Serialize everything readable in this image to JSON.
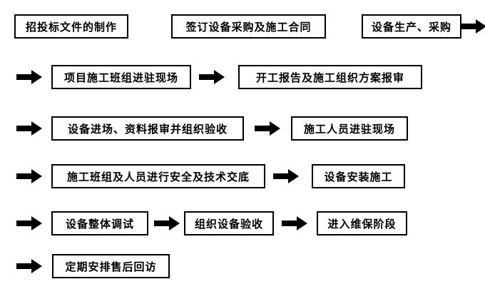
{
  "flowchart": {
    "background_color": "#ffffff",
    "box_border_color": "#000000",
    "box_fill_color": "#ffffff",
    "text_color": "#000000",
    "arrow_color": "#000000",
    "nodes": [
      {
        "id": "bidding-docs",
        "label": "招投标文件的制作"
      },
      {
        "id": "sign-contract",
        "label": "签订设备采购及施工合同"
      },
      {
        "id": "equipment-procurement",
        "label": "设备生产、采购"
      },
      {
        "id": "crew-on-site",
        "label": "项目施工班组进驻现场"
      },
      {
        "id": "commencement-report",
        "label": "开工报告及施工组织方案报审"
      },
      {
        "id": "equipment-arrival",
        "label": "设备进场、资料报审并组织验收"
      },
      {
        "id": "workers-on-site",
        "label": "施工人员进驻现场"
      },
      {
        "id": "safety-briefing",
        "label": "施工班组及人员进行安全及技术交底"
      },
      {
        "id": "equipment-install",
        "label": "设备安装施工"
      },
      {
        "id": "overall-debugging",
        "label": "设备整体调试"
      },
      {
        "id": "acceptance",
        "label": "组织设备验收"
      },
      {
        "id": "maintenance-phase",
        "label": "进入维保阶段"
      },
      {
        "id": "after-sales-visits",
        "label": "定期安排售后回访"
      }
    ],
    "arrows": [
      {
        "from": "设备生产、采购",
        "to": "项目施工班组进驻现场"
      },
      {
        "from": "设备生产、采购",
        "to": "项目施工班组进驻现场"
      },
      {
        "from": "项目施工班组进驻现场",
        "to": "开工报告及施工组织方案报审"
      },
      {
        "from": "开工报告及施工组织方案报审",
        "to": "设备进场、资料报审并组织验收"
      },
      {
        "from": "设备进场、资料报审并组织验收",
        "to": "施工人员进驻现场"
      },
      {
        "from": "施工人员进驻现场",
        "to": "施工班组及人员进行安全及技术交底"
      },
      {
        "from": "施工班组及人员进行安全及技术交底",
        "to": "设备安装施工"
      },
      {
        "from": "设备安装施工",
        "to": "设备整体调试"
      },
      {
        "from": "设备整体调试",
        "to": "组织设备验收"
      },
      {
        "from": "组织设备验收",
        "to": "进入维保阶段"
      },
      {
        "from": "进入维保阶段",
        "to": "定期安排售后回访"
      }
    ]
  }
}
